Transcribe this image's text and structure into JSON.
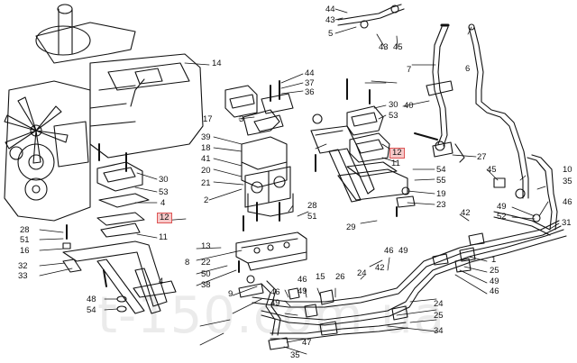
{
  "watermark": "t-150.com.ua",
  "labels": {
    "l44a": "44",
    "l43a": "43",
    "l5": "5",
    "l43b": "43",
    "l45a": "45",
    "l7": "7",
    "l6": "6",
    "l14": "14",
    "l44b": "44",
    "l37": "37",
    "l36": "36",
    "l30a": "30",
    "l53a": "53",
    "l40": "40",
    "l17": "17",
    "l3": "3",
    "l39": "39",
    "l18": "18",
    "l41": "41",
    "l20": "20",
    "l21": "21",
    "l2": "2",
    "l12a": "12",
    "l11a": "11",
    "l54a": "54",
    "l55": "55",
    "l19": "19",
    "l23": "23",
    "l27": "27",
    "l45b": "45",
    "l10": "10",
    "l35a": "35",
    "l46a": "46",
    "l30b": "30",
    "l53b": "53",
    "l4a": "4",
    "l12b": "12",
    "l11b": "11",
    "l28a": "28",
    "l51a": "51",
    "l16": "16",
    "l32": "32",
    "l33": "33",
    "l28b": "28",
    "l51b": "51",
    "l42a": "42",
    "l29": "29",
    "l49a": "49",
    "l52": "52",
    "l31": "31",
    "l22": "22",
    "l13": "13",
    "l8": "8",
    "l50": "50",
    "l38": "38",
    "l9": "9",
    "l4b": "4",
    "l46b": "46",
    "l49b": "49",
    "l42b": "42",
    "l24a": "24",
    "l15": "15",
    "l26": "26",
    "l46c": "46",
    "l49c": "49",
    "l1": "1",
    "l25a": "25",
    "l49d": "49",
    "l46d": "46",
    "l48": "48",
    "l54b": "54",
    "l24b": "24",
    "l25b": "25",
    "l34": "34",
    "l47": "47",
    "l35b": "35",
    "l46e": "46",
    "l49e": "49"
  }
}
